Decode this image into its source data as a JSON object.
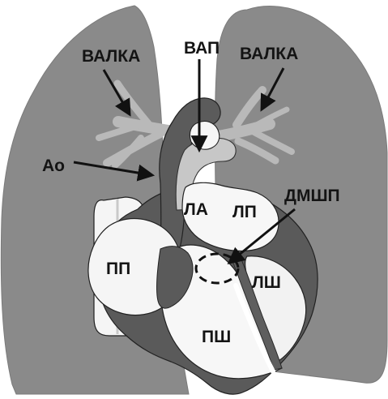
{
  "diagram": {
    "labels": {
      "left_lung_label": "ВАЛКА",
      "right_lung_label": "ВАЛКА",
      "ductus_label": "ВАП",
      "aorta_label": "Ао",
      "pulmonary_artery_label": "ЛА",
      "left_atrium_label": "ЛП",
      "right_atrium_label": "ПП",
      "right_ventricle_label": "ПШ",
      "left_ventricle_label": "ЛШ",
      "vsd_label": "ДМШП"
    },
    "colors": {
      "lung_gray": "#8a8a8a",
      "lung_light": "#a0a0a0",
      "vessel_gray": "#c7c7c7",
      "heart_dark": "#555555",
      "chamber_white": "#f7f7f7",
      "outline": "#1f1f1f"
    },
    "icons": {
      "arrow": "arrow-icon",
      "defect_marker": "dashed-ellipse-icon"
    }
  }
}
